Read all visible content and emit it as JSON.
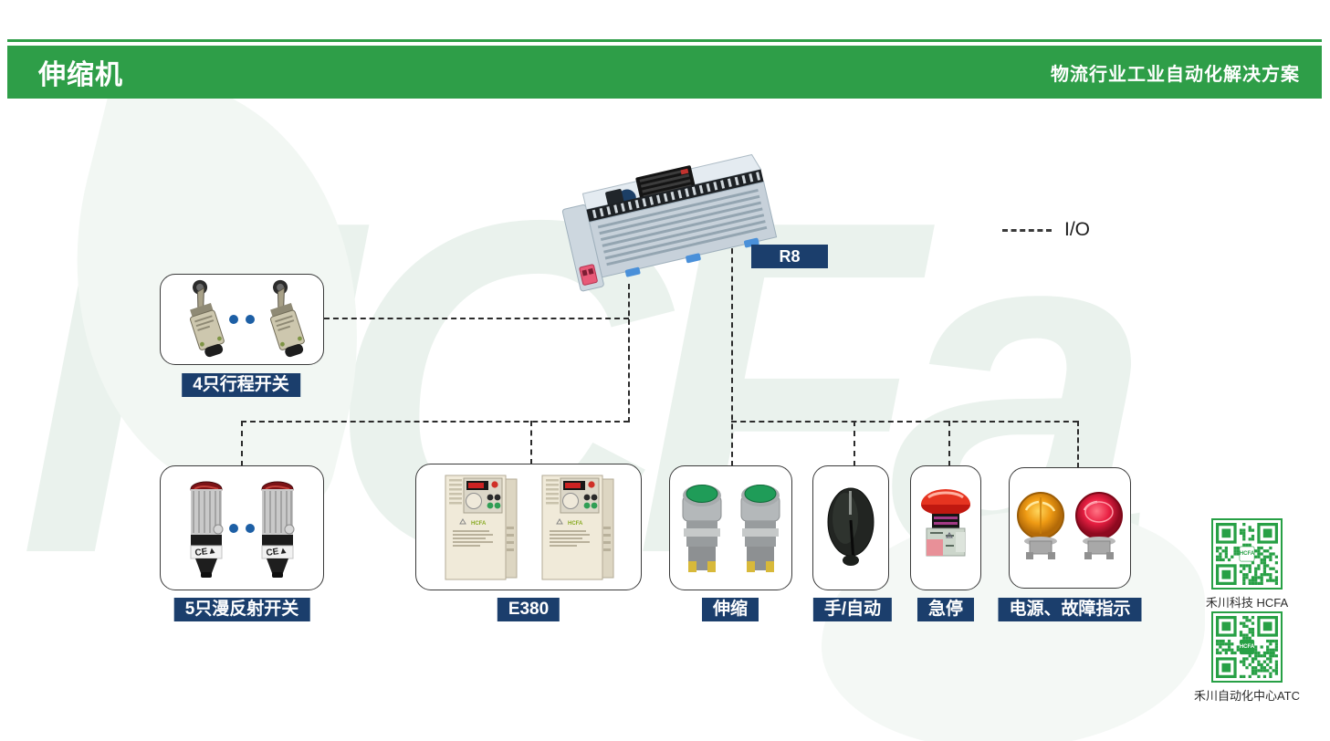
{
  "header": {
    "title": "伸缩机",
    "subtitle": "物流行业工业自动化解决方案"
  },
  "legend": {
    "label": "I/O"
  },
  "plc": {
    "label": "R8"
  },
  "watermark": "HCFa",
  "groups": {
    "limit_switch": {
      "label": "4只行程开关"
    },
    "photo_sensor": {
      "label": "5只漫反射开关"
    },
    "inverter": {
      "label": "E380"
    },
    "extend_buttons": {
      "label": "伸缩"
    },
    "manual_auto": {
      "label": "手/自动"
    },
    "estop": {
      "label": "急停"
    },
    "indicator": {
      "label": "电源、故障指示"
    }
  },
  "qr": {
    "company": {
      "caption": "禾川科技 HCFA",
      "logo": "HCFA"
    },
    "atc": {
      "caption": "禾川自动化中心ATC",
      "logo": "HCFA"
    }
  },
  "colors": {
    "brand_green": "#2e9e48",
    "navy": "#1b3e6c",
    "dot_blue": "#1d5fa5",
    "qr_green": "#27a045"
  }
}
